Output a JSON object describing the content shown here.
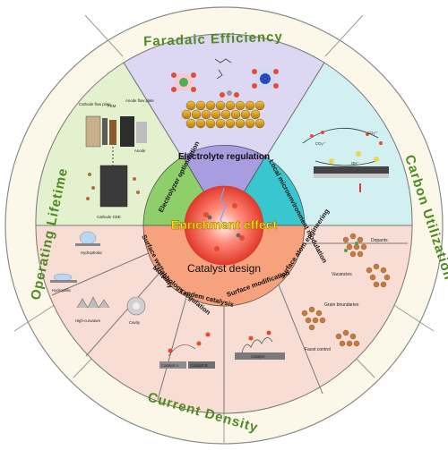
{
  "outer_ring": {
    "faradaic_efficiency": "Faradaic  Efficiency",
    "carbon_utilization": "Carbon  Utilization",
    "current_density": "Current  Density",
    "operating_lifetime": "Operating  Lifetime"
  },
  "center": {
    "title": "Enrichment effect",
    "electrolyte": "Electrolyte regulation",
    "catalyst": "Catalyst   design"
  },
  "inner_ring": {
    "electrolyzer": "Electrolyzer optimization",
    "local_micro": "Local microenvironment modulation",
    "surface_wet": "Surface wettability",
    "morphology": "Morphology regulation",
    "tandem": "Tandem catalysis",
    "surface_mod": "Surface modification",
    "surface_atom": "Surface atom engineering"
  },
  "electrolyzer_panel": {
    "cathode_flow": "Cathode flow plate",
    "pem": "PEM",
    "anode_flow": "Anode flow plate",
    "anode": "Anode",
    "cathode_gde": "Cathode GDE"
  },
  "local_panel": {
    "oh": "OH⁻",
    "co3": "CO₃²⁻"
  },
  "atom_panel": {
    "dopants": "Dopants",
    "vacancies": "Vacancies",
    "grain": "Grain boundaries",
    "facet": "Facet control"
  },
  "wet_panel": {
    "hydrophobic": "Hydrophobic",
    "hydrophilic": "Hydrophilic"
  },
  "morph_panel": {
    "high_curv": "High-curvature",
    "cavity": "Cavity"
  },
  "tandem_panel": {
    "cat_a": "Catalyst A",
    "cat_b": "Catalyst B"
  },
  "mod_panel": {
    "catalyst": "Catalyst"
  },
  "colors": {
    "ring_green": "#4e8a1f",
    "sector_lavender": "#dcd7f3",
    "sector_lightgreen": "#e4f1cf",
    "sector_cyan": "#d2f0f1",
    "sector_peach": "#f7ddd3",
    "center_red": "#f35b4b",
    "inner_purple": "#a89de0",
    "inner_green": "#8fcf6a",
    "inner_cyan": "#38c6cf",
    "inner_orange": "#f6a27d"
  }
}
